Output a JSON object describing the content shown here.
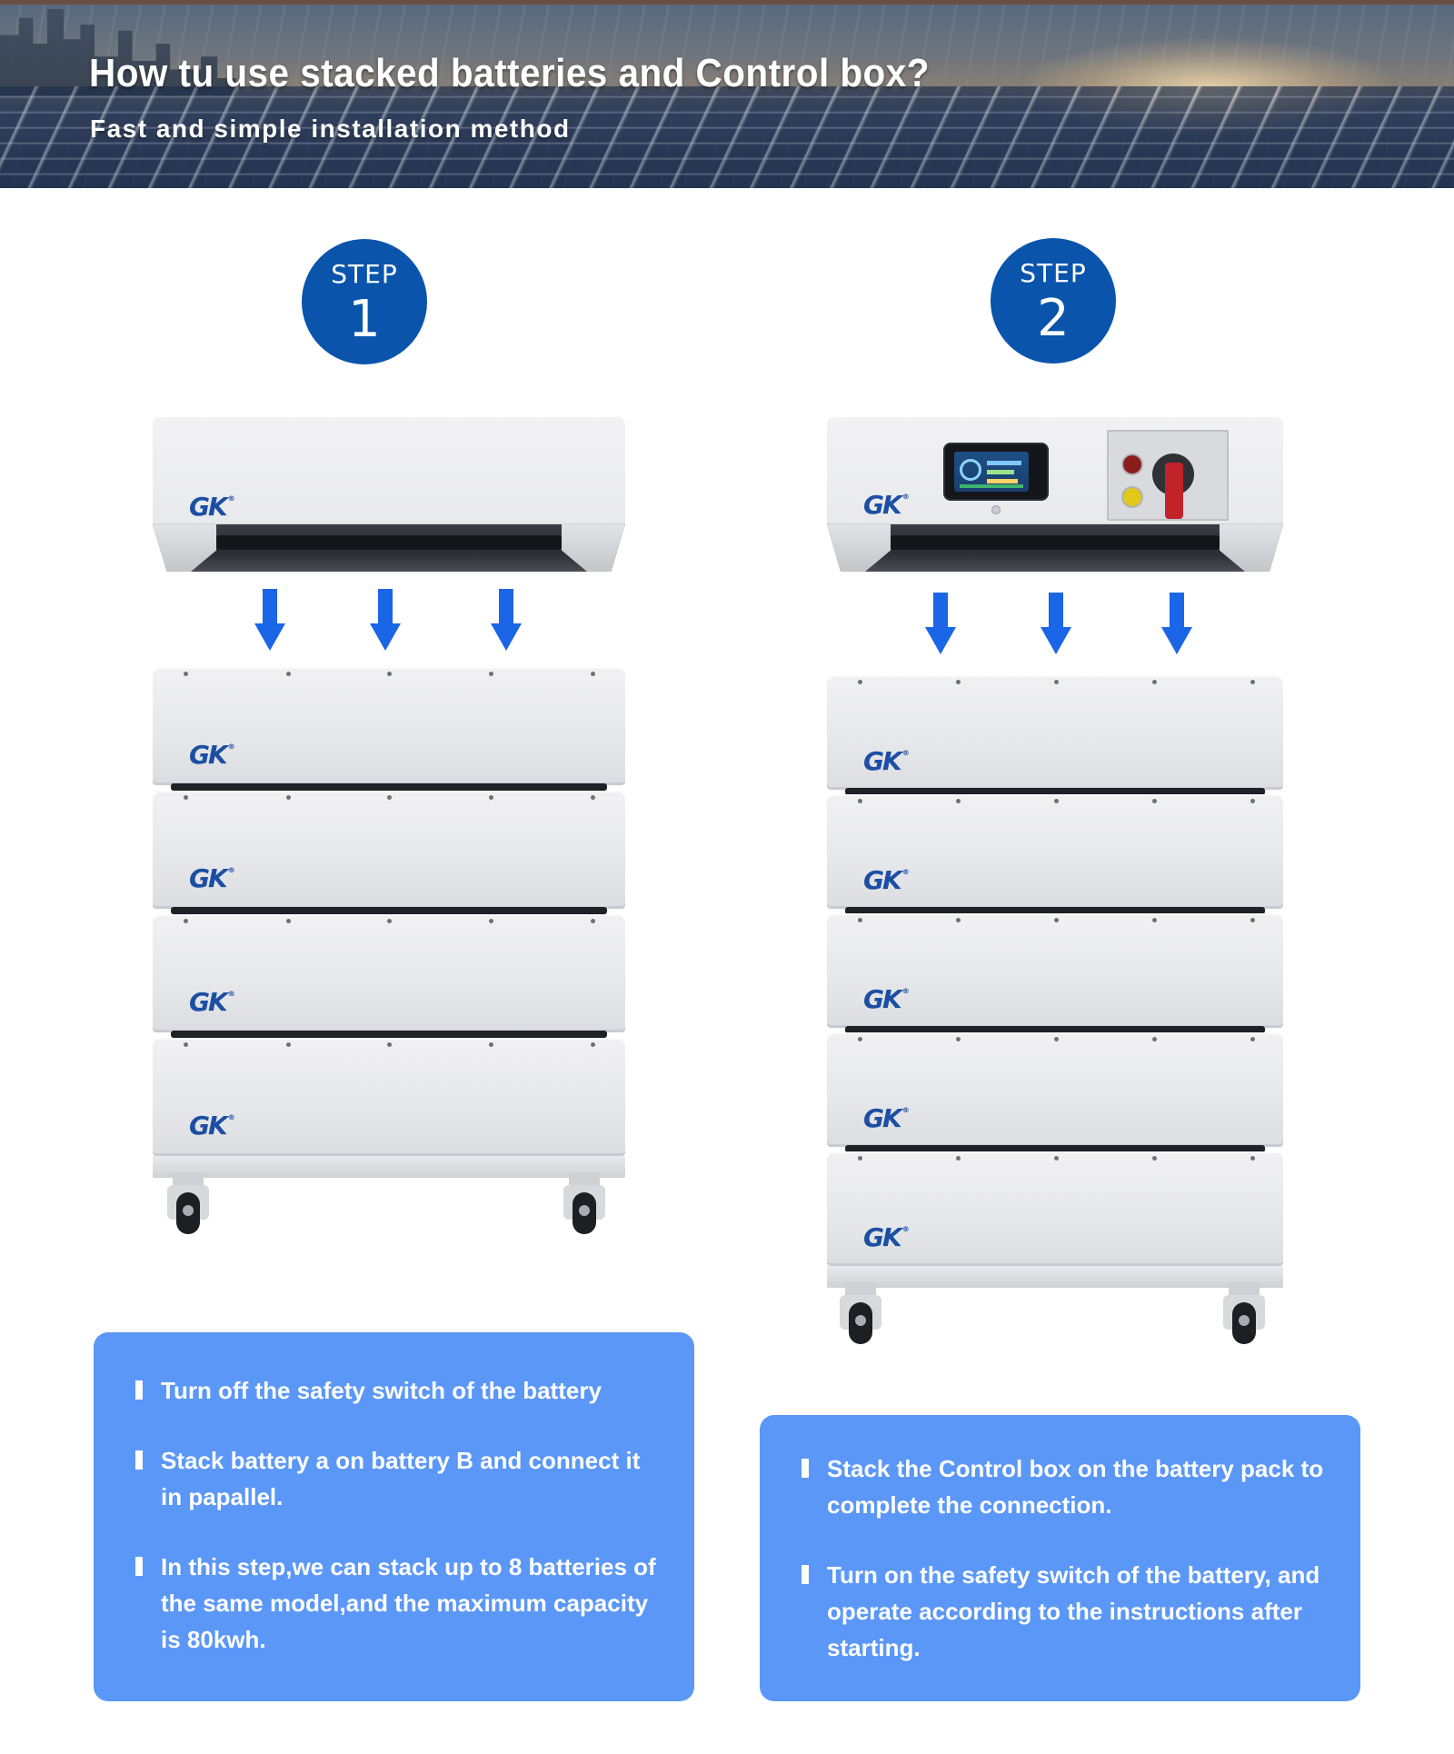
{
  "banner": {
    "title": "How tu use stacked batteries and Control box?",
    "subtitle": "Fast and simple installation method"
  },
  "steps": [
    {
      "word": "STEP",
      "number": "1"
    },
    {
      "word": "STEP",
      "number": "2"
    }
  ],
  "brand_logo": "GK",
  "cards": {
    "step1": [
      "Turn off the safety switch of the battery",
      "Stack battery a on battery B and connect it in papallel.",
      "In this step,we can stack up to 8 batteries of the same model,and the maximum capacity is 80kwh."
    ],
    "step2": [
      "Stack the Control box on the battery pack to complete the connection.",
      "Turn on the safety switch of the battery, and operate according to the instructions after starting."
    ]
  },
  "colors": {
    "badge": "#0a54ac",
    "arrow": "#1a66e6",
    "card": "#5b97f7",
    "logo": "#1c4fa3"
  },
  "icons": {
    "bullet": "bullet-bar-icon",
    "arrow": "arrow-down-icon",
    "logo": "gk-logo-icon"
  }
}
